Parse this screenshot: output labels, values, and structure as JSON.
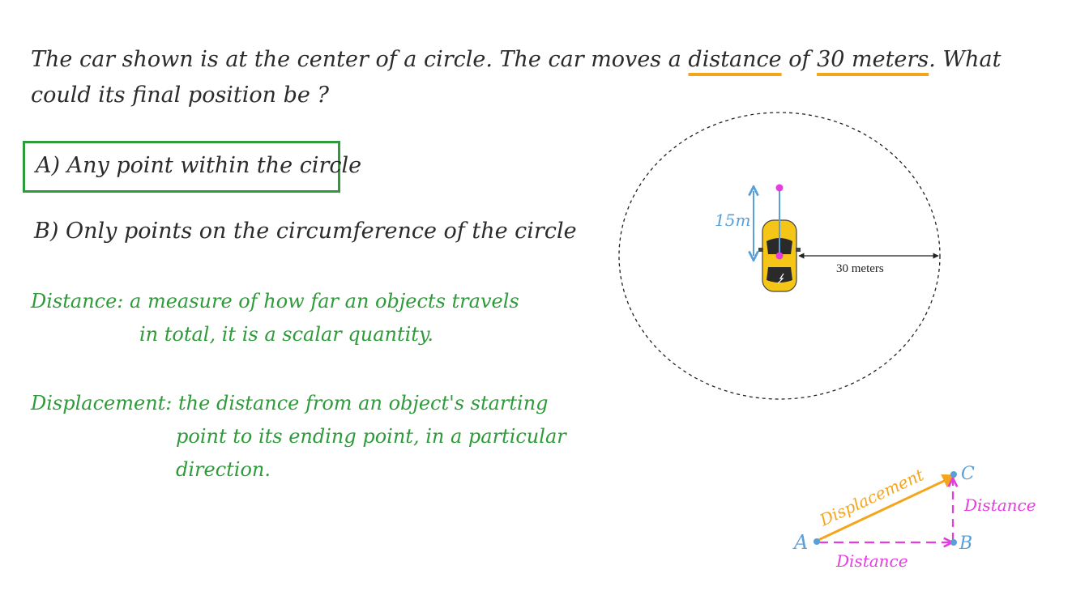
{
  "question": {
    "part1": "The car shown is at the center of a circle. The car moves a ",
    "highlight1": "distance",
    "part2": " of ",
    "highlight2": "30 meters",
    "part3": ". What could its final position be ?"
  },
  "options": {
    "a": "A) Any point within the circle",
    "b": "B) Only points on the circumference of the circle"
  },
  "definitions": {
    "distance": {
      "term": "Distance",
      "sep": ": ",
      "line1": "a measure of how far an objects travels",
      "line2": "in total, it is a scalar quantity."
    },
    "displacement": {
      "term": "Displacement",
      "sep": ": ",
      "line1": "the distance from an object's starting",
      "line2": "point to its ending point, in a particular",
      "line3": "direction."
    }
  },
  "circle_diagram": {
    "vertical_label": "15m",
    "radius_label": "30 meters"
  },
  "triangle_diagram": {
    "point_a": "A",
    "point_b": "B",
    "point_c": "C",
    "hypotenuse_label": "Displacement",
    "vertical_label": "Distance",
    "horizontal_label": "Distance"
  },
  "colors": {
    "green": "#2e9b3a",
    "orange": "#f5a51c",
    "magenta": "#e53ce0",
    "blue": "#5aa0d8",
    "car_yellow": "#f5c518",
    "text": "#2b2b2b"
  }
}
